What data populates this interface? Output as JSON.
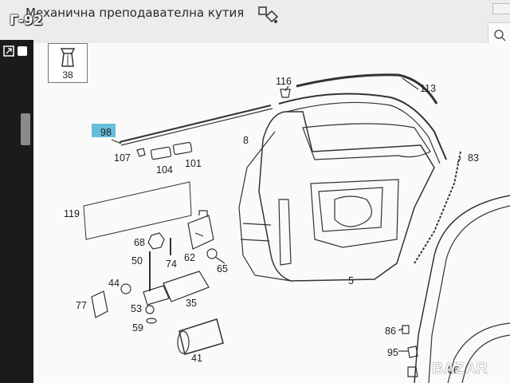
{
  "window": {
    "title": "Механична преподавателна кутия",
    "part_number_label": "Г-92"
  },
  "toolbar": {
    "paint_icon": "paint-bucket-icon",
    "search_icon": "search-icon"
  },
  "thumbnail": {
    "number": "38"
  },
  "diagram": {
    "highlighted_label": "98",
    "labels": [
      {
        "name": "label-116",
        "text": "116"
      },
      {
        "name": "label-113",
        "text": "113"
      },
      {
        "name": "label-8",
        "text": "8"
      },
      {
        "name": "label-98",
        "text": "98"
      },
      {
        "name": "label-107",
        "text": "107"
      },
      {
        "name": "label-104",
        "text": "104"
      },
      {
        "name": "label-101",
        "text": "101"
      },
      {
        "name": "label-83",
        "text": "83"
      },
      {
        "name": "label-119",
        "text": "119"
      },
      {
        "name": "label-68",
        "text": "68"
      },
      {
        "name": "label-50",
        "text": "50"
      },
      {
        "name": "label-74",
        "text": "74"
      },
      {
        "name": "label-62",
        "text": "62"
      },
      {
        "name": "label-65",
        "text": "65"
      },
      {
        "name": "label-5",
        "text": "5"
      },
      {
        "name": "label-44",
        "text": "44"
      },
      {
        "name": "label-77",
        "text": "77"
      },
      {
        "name": "label-53",
        "text": "53"
      },
      {
        "name": "label-35",
        "text": "35"
      },
      {
        "name": "label-59",
        "text": "59"
      },
      {
        "name": "label-86",
        "text": "86"
      },
      {
        "name": "label-95",
        "text": "95"
      },
      {
        "name": "label-41",
        "text": "41"
      },
      {
        "name": "label-86b",
        "text": "86"
      }
    ]
  },
  "watermark": {
    "text": "BAZAR"
  }
}
